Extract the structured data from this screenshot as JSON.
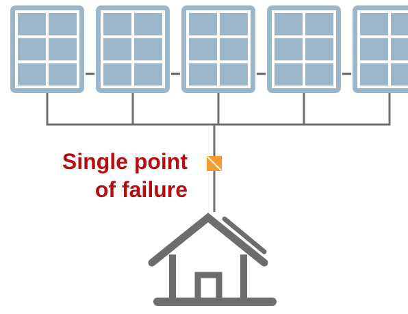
{
  "diagram": {
    "panel_count": 5,
    "label_line1": "Single point",
    "label_line2": "of failure",
    "colors": {
      "panel_frame": "#9bb7c9",
      "panel_cell": "#9bb7c9",
      "panel_background": "#ffffff",
      "wire": "#6b6e70",
      "panel_link": "#5e6163",
      "failure_point": "#f39b2e",
      "failure_stroke": "#ffffff",
      "house": "#6b6d6f",
      "label": "#b50d10"
    },
    "icons": {
      "panel": "solar-panel-icon",
      "failure": "failure-point-icon",
      "house": "house-icon"
    }
  }
}
